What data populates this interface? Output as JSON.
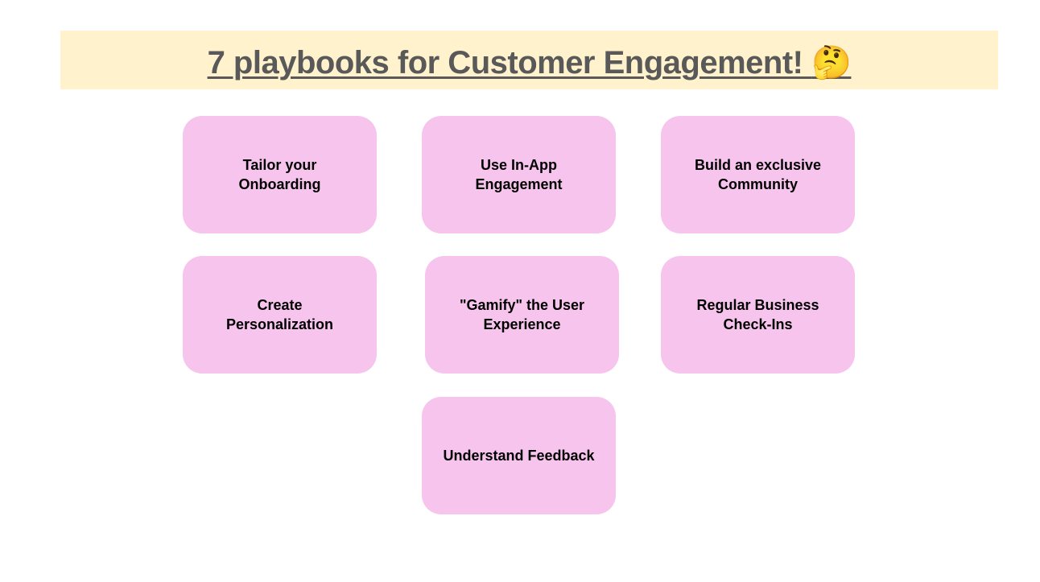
{
  "title": {
    "text": "7 playbooks for Customer Engagement!",
    "emoji": "🤔"
  },
  "colors": {
    "banner": "#fff2cc",
    "card": "#f6c4ec",
    "title": "#595959"
  },
  "playbooks": [
    {
      "label": "Tailor your Onboarding"
    },
    {
      "label": "Use In-App Engagement"
    },
    {
      "label": "Build an exclusive Community"
    },
    {
      "label": "Create Personalization"
    },
    {
      "label": "\"Gamify\" the User Experience"
    },
    {
      "label": "Regular Business Check-Ins"
    },
    {
      "label": "Understand Feedback"
    }
  ]
}
